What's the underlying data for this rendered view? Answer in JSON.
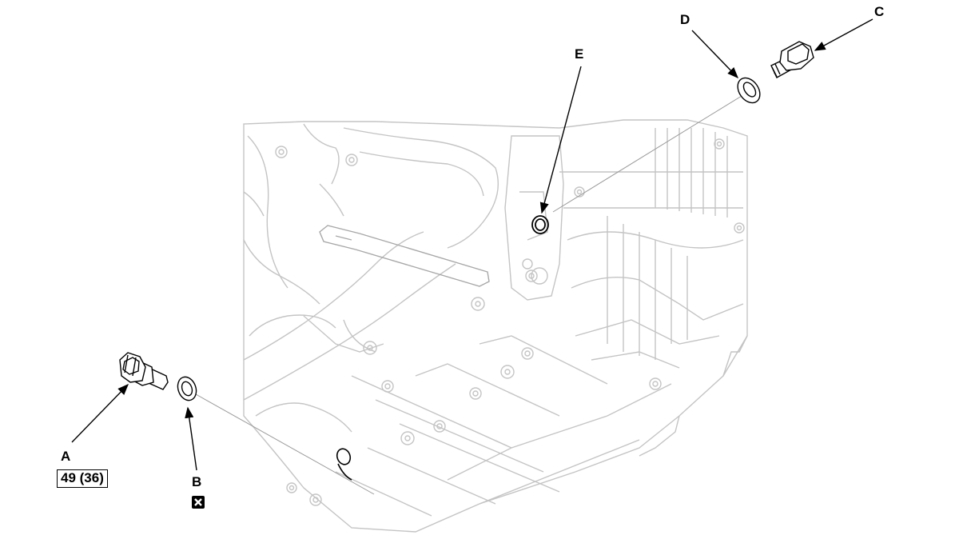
{
  "labels": {
    "a": "A",
    "b": "B",
    "c": "C",
    "d": "D",
    "e": "E"
  },
  "torque_spec": "49 (36)",
  "icons": {
    "replace": "replace-x-icon"
  },
  "colors": {
    "line": "#000000",
    "drawing": "#c8c8c8"
  }
}
